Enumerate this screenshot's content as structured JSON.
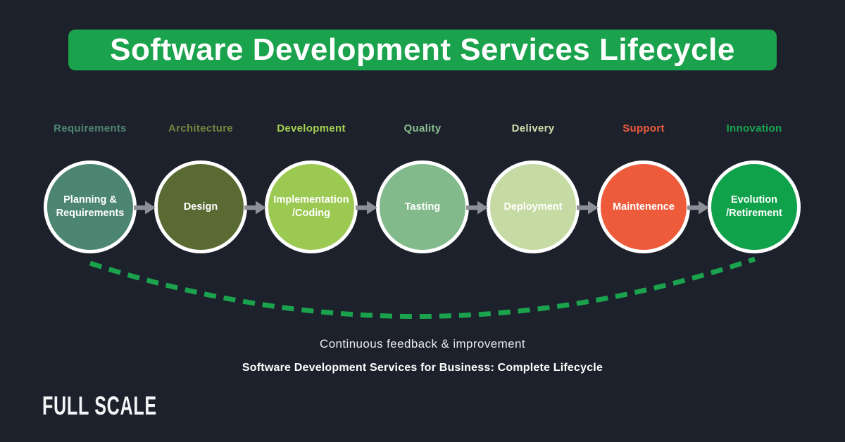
{
  "title": "Software Development Services Lifecycle",
  "stages": [
    {
      "label": "Requirements",
      "label_color": "#4e8671",
      "circle": "Planning & Requirements",
      "color": "#4c8672"
    },
    {
      "label": "Architecture",
      "label_color": "#75843e",
      "circle": "Design",
      "color": "#5a6a33"
    },
    {
      "label": "Development",
      "label_color": "#a6d14f",
      "circle": "Implementation /Coding",
      "color": "#9cc952"
    },
    {
      "label": "Quality",
      "label_color": "#88bd8e",
      "circle": "Tasting",
      "color": "#82ba8b"
    },
    {
      "label": "Delivery",
      "label_color": "#cbdfab",
      "circle": "Deployment",
      "color": "#c6dba3"
    },
    {
      "label": "Support",
      "label_color": "#ef5b3c",
      "circle": "Maintenence",
      "color": "#ee5b3b"
    },
    {
      "label": "Innovation",
      "label_color": "#17a850",
      "circle": "Evolution /Retirement",
      "color": "#0fa24b"
    }
  ],
  "curve_caption": "Continuous feedback & improvement",
  "subtitle": "Software Development Services for Business: Complete Lifecycle",
  "logo_text": "FULL SCALE",
  "colors": {
    "background": "#1d212c",
    "banner_green": "#1ba24d",
    "curve_green": "#1ba24d",
    "arrow_gray": "#8c8f95",
    "circle_border": "#ffffff"
  }
}
